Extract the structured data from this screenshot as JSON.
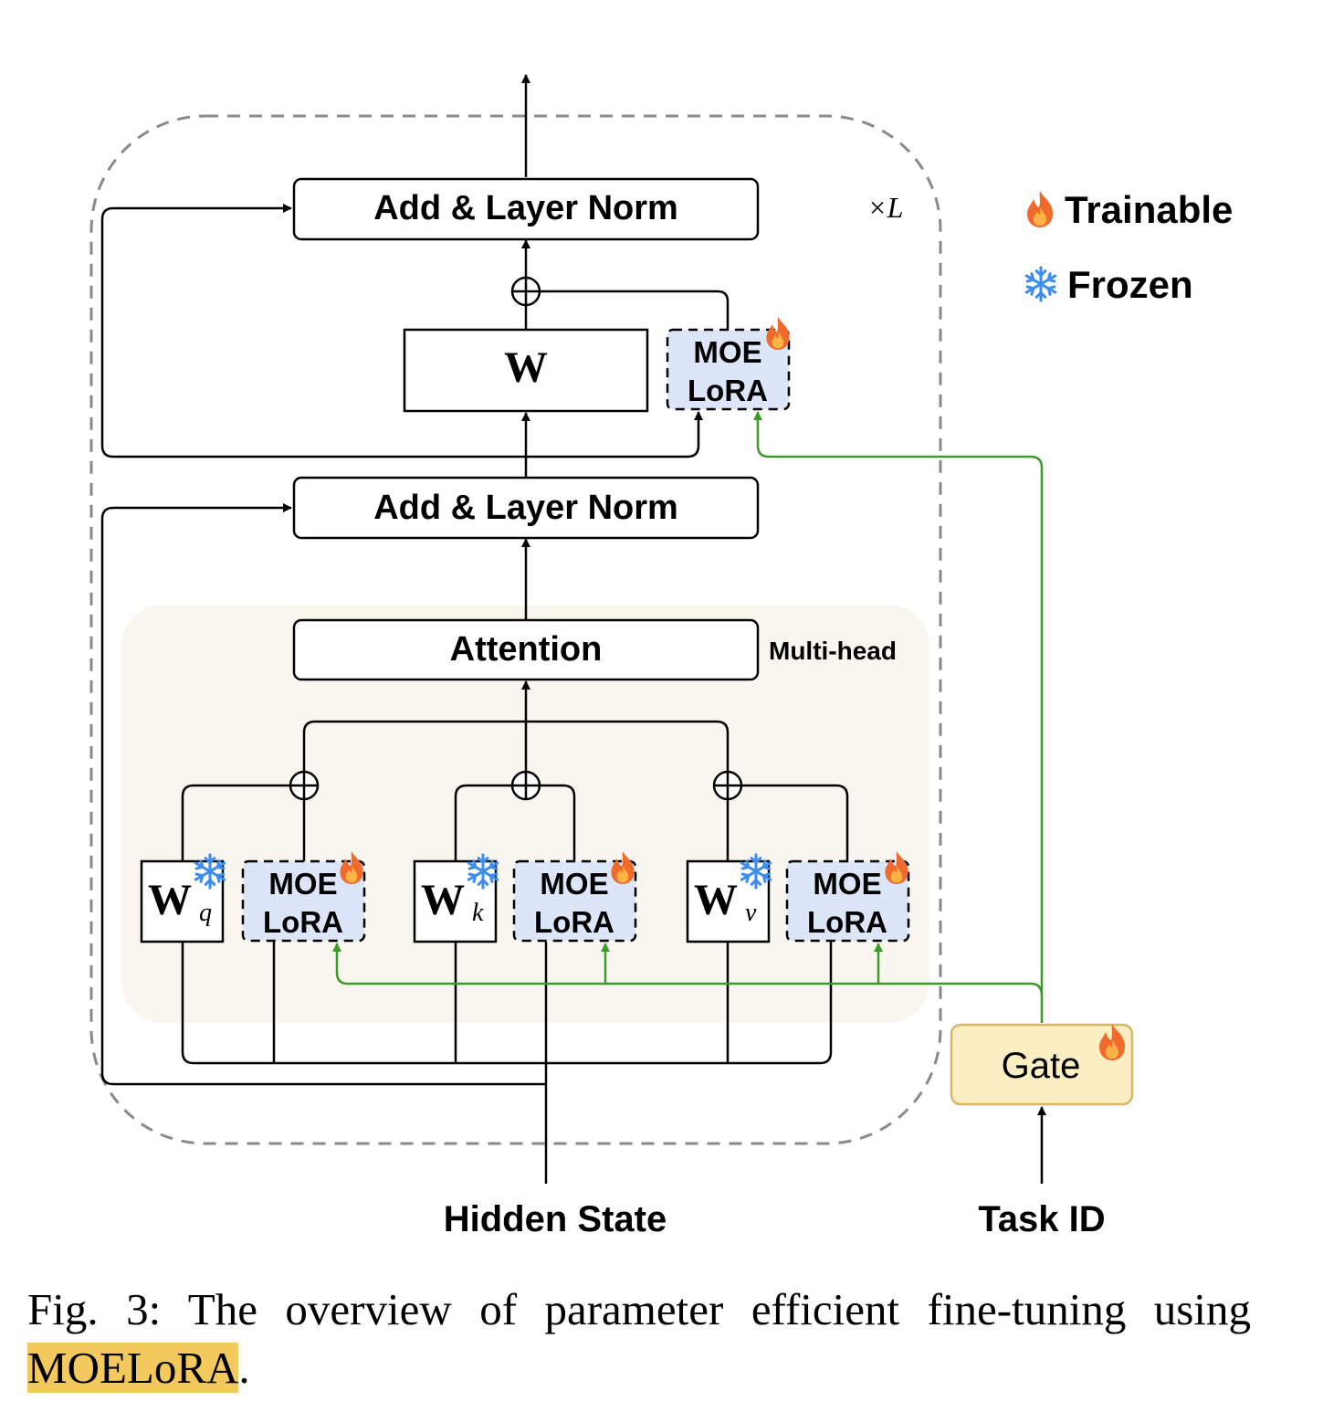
{
  "blocks": {
    "add_norm_top": "Add & Layer Norm",
    "add_norm_mid": "Add & Layer Norm",
    "w": "W",
    "attention": "Attention",
    "multi_head": "Multi-head",
    "moe": "MOE",
    "lora": "LoRA",
    "wq_base": "W",
    "wq_sub": "q",
    "wk_base": "W",
    "wk_sub": "k",
    "wv_base": "W",
    "wv_sub": "v",
    "gate": "Gate",
    "repeat": "×L"
  },
  "inputs": {
    "hidden_state": "Hidden State",
    "task_id": "Task ID"
  },
  "legend": {
    "trainable": "Trainable",
    "frozen": "Frozen"
  },
  "caption": {
    "prefix": "Fig. 3: The overview of parameter efficient fine-tuning using ",
    "highlight": "MOELoRA",
    "suffix": "."
  },
  "colors": {
    "lora_fill": "#dce6f8",
    "attn_region": "#f8f6ee",
    "gate_fill": "#fbeec3",
    "gate_stroke": "#d9b665",
    "green_arrow": "#3c9a2a",
    "dashed_border": "#8a8a8a",
    "snowflake": "#3b8ef0",
    "flame_outer": "#f06a2b",
    "flame_inner": "#ffb347",
    "caption_highlight": "#f3c95d"
  },
  "icons": {
    "trainable": "flame-icon",
    "frozen": "snowflake-icon"
  }
}
